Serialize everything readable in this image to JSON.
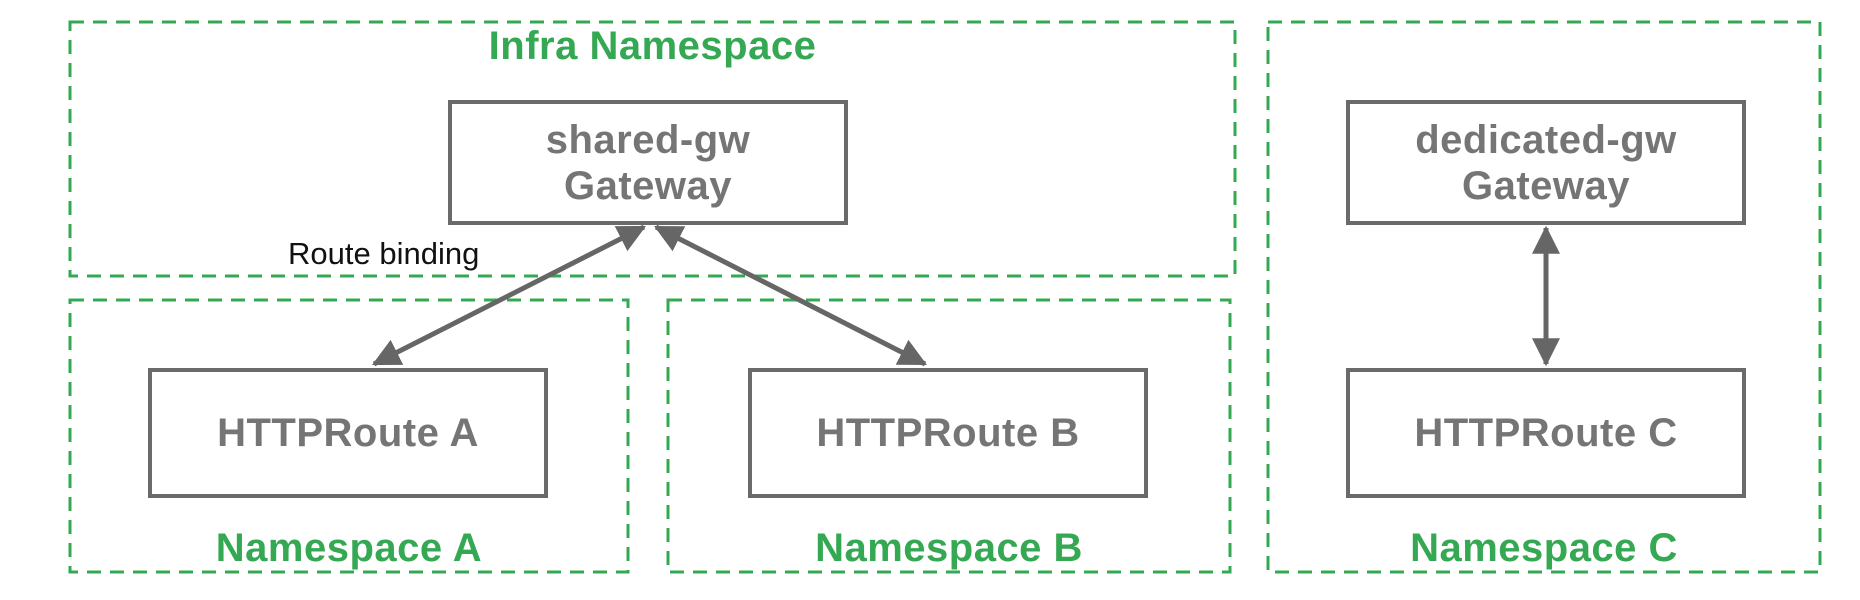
{
  "diagram": {
    "annotation": {
      "route_binding": "Route binding"
    },
    "namespaces": {
      "infra": {
        "title": "Infra Namespace"
      },
      "ns_a": {
        "title": "Namespace A"
      },
      "ns_b": {
        "title": "Namespace B"
      },
      "ns_c": {
        "title": "Namespace C"
      }
    },
    "nodes": {
      "shared_gw": {
        "line1": "shared-gw",
        "line2": "Gateway"
      },
      "dedicated_gw": {
        "line1": "dedicated-gw",
        "line2": "Gateway"
      },
      "route_a": {
        "label": "HTTPRoute A"
      },
      "route_b": {
        "label": "HTTPRoute B"
      },
      "route_c": {
        "label": "HTTPRoute C"
      }
    },
    "edges": [
      {
        "from": "route_a",
        "to": "shared_gw",
        "label": "Route binding",
        "arrowheads": "both"
      },
      {
        "from": "route_b",
        "to": "shared_gw",
        "label": "Route binding",
        "arrowheads": "both"
      },
      {
        "from": "route_c",
        "to": "dedicated_gw",
        "label": "",
        "arrowheads": "both"
      }
    ],
    "colors": {
      "namespace_border": "#34A853",
      "namespace_title": "#34A853",
      "node_border": "#6A6A6A",
      "node_text": "#757575",
      "arrow": "#666666",
      "annotation_text": "#111111",
      "background": "#ffffff"
    }
  }
}
